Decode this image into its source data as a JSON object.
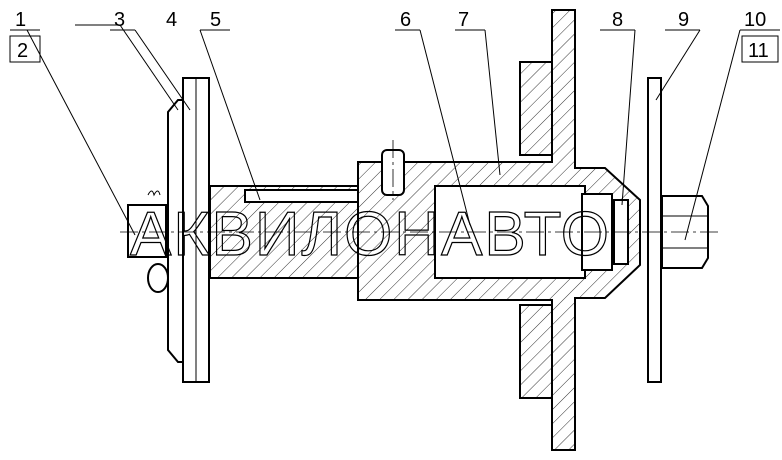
{
  "drawing": {
    "labels": [
      "1",
      "2",
      "3",
      "4",
      "5",
      "6",
      "7",
      "8",
      "9",
      "10",
      "11"
    ],
    "watermark": "АКВИЛОНАВТО"
  }
}
